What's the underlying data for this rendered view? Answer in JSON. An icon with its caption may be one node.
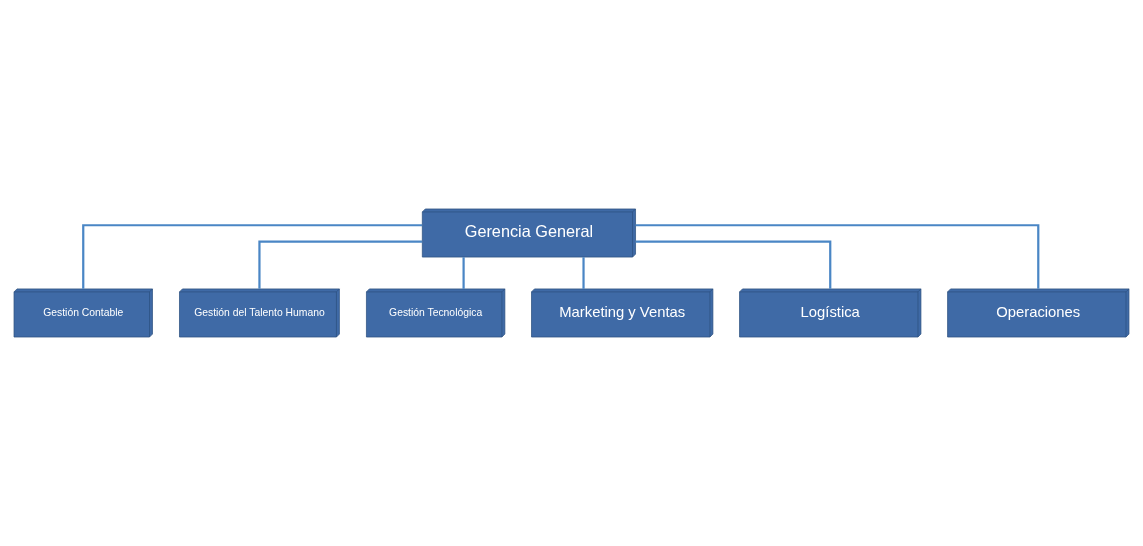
{
  "diagram": {
    "nodes": [
      {
        "text": [
          "Gerencia General"
        ]
      },
      {
        "text": [
          "Gestión Contable"
        ]
      },
      {
        "text": [
          "Gestión del Talento Humano"
        ]
      },
      {
        "text": [
          "Gestión Tecnológica"
        ]
      },
      {
        "text": [
          "Marketing y Ventas"
        ]
      },
      {
        "text": [
          "Logística"
        ]
      },
      {
        "text": [
          "Operaciones"
        ]
      }
    ],
    "edges": [
      {
        "from": 0,
        "to": 1,
        "arrow": "none"
      },
      {
        "from": 0,
        "to": 2,
        "arrow": "none"
      },
      {
        "from": 0,
        "to": 3,
        "arrow": "none"
      },
      {
        "from": 0,
        "to": 4,
        "arrow": "none"
      },
      {
        "from": 0,
        "to": 5,
        "arrow": "none"
      },
      {
        "from": 0,
        "to": 6,
        "arrow": "none"
      }
    ]
  }
}
